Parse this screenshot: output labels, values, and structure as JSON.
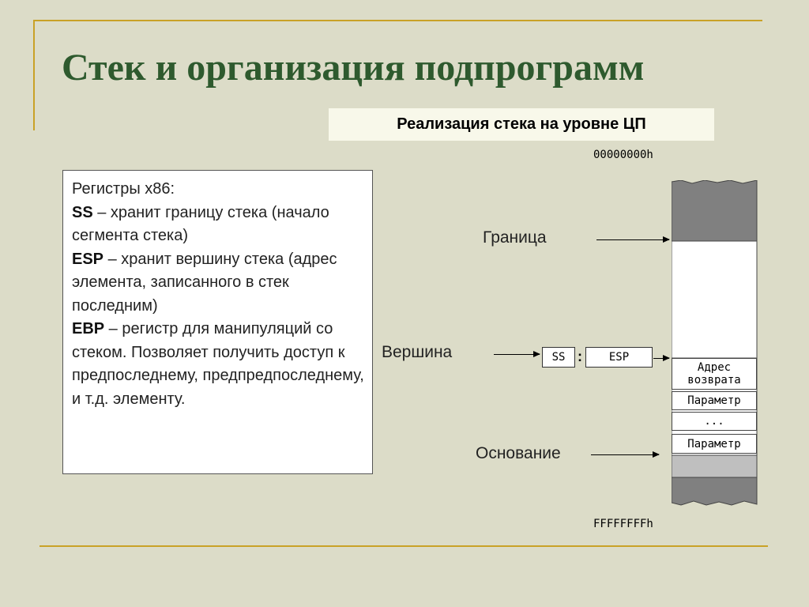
{
  "slide": {
    "title": "Стек и организация подпрограмм",
    "subtitle": "Реализация стека на уровне ЦП"
  },
  "registers_text": {
    "heading": "Регистры x86:",
    "ss_name": "SS",
    "ss_desc": " – хранит границу стека (начало сегмента стека)",
    "esp_name": "ESP",
    "esp_desc": " – хранит вершину стека (адрес элемента, записанного в стек последним)",
    "ebp_name": "EBP",
    "ebp_desc": " – регистр для манипуляций со стеком. Позволяет получить доступ к предпоследнему, предпредпоследнему, и т.д. элементу."
  },
  "diagram": {
    "addr_top": "00000000h",
    "addr_bottom": "FFFFFFFFh",
    "label_border": "Граница",
    "label_top": "Вершина",
    "label_base": "Основание",
    "reg_ss": "SS",
    "reg_colon": ":",
    "reg_esp": "ESP",
    "cells": {
      "return_addr": "Адрес возврата",
      "param1": "Параметр",
      "ellipsis": "...",
      "param2": "Параметр"
    },
    "colors": {
      "stack_dark": "#808080",
      "stack_light": "#bfbfbf"
    }
  }
}
